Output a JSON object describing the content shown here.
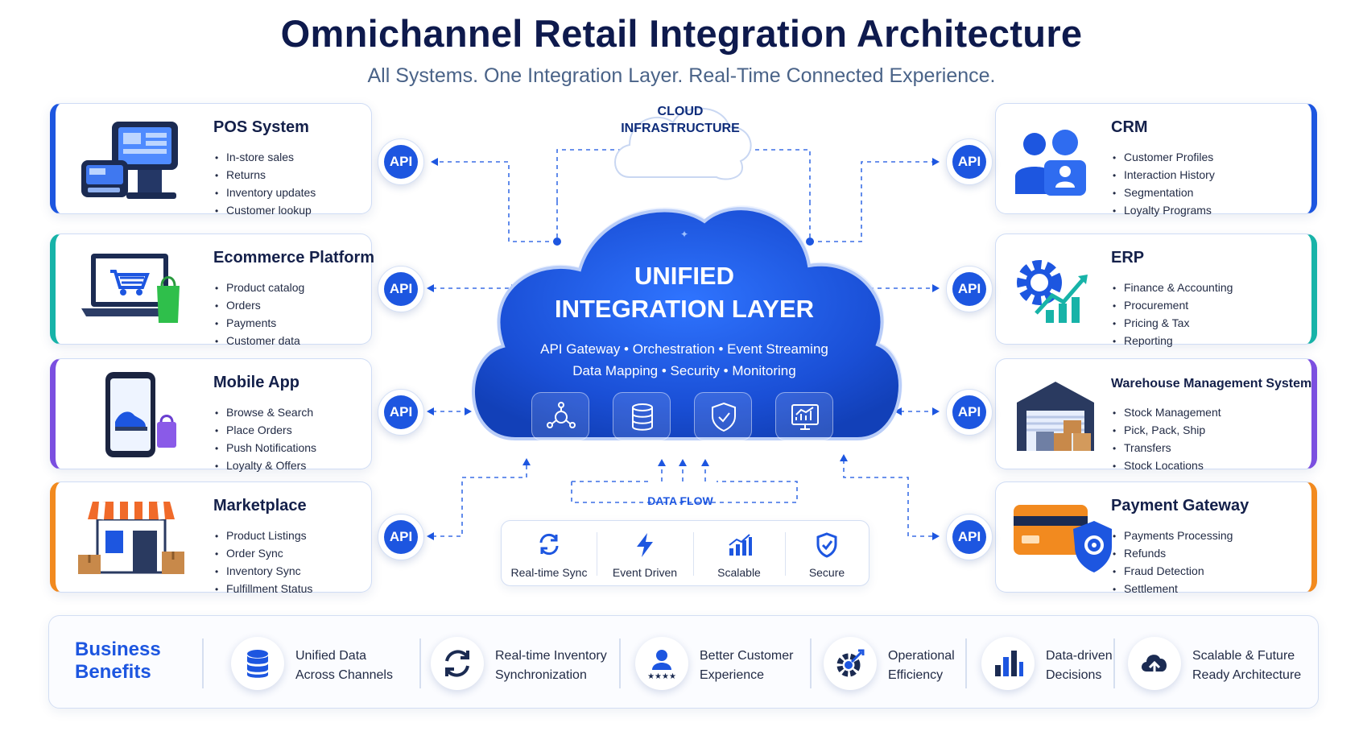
{
  "header": {
    "title": "Omnichannel Retail Integration Architecture",
    "subtitle": "All Systems.  One Integration Layer.  Real-Time Connected Experience."
  },
  "api_label": "API",
  "left_systems": [
    {
      "title": "POS System",
      "items": [
        "In-store sales",
        "Returns",
        "Inventory updates",
        "Customer lookup"
      ],
      "accent": "#1d56e0",
      "icon": "pos-terminal-icon"
    },
    {
      "title": "Ecommerce Platform",
      "items": [
        "Product catalog",
        "Orders",
        "Payments",
        "Customer data"
      ],
      "accent": "#17b3a8",
      "icon": "laptop-cart-icon"
    },
    {
      "title": "Mobile App",
      "items": [
        "Browse & Search",
        "Place Orders",
        "Push Notifications",
        "Loyalty & Offers"
      ],
      "accent": "#7b4fe0",
      "icon": "smartphone-shoe-icon"
    },
    {
      "title": "Marketplace",
      "items": [
        "Product Listings",
        "Order Sync",
        "Inventory Sync",
        "Fulfillment Status"
      ],
      "accent": "#f28a1f",
      "icon": "storefront-icon"
    }
  ],
  "right_systems": [
    {
      "title": "CRM",
      "items": [
        "Customer Profiles",
        "Interaction History",
        "Segmentation",
        "Loyalty Programs"
      ],
      "accent": "#1d56e0",
      "icon": "users-icon"
    },
    {
      "title": "ERP",
      "items": [
        "Finance & Accounting",
        "Procurement",
        "Pricing & Tax",
        "Reporting"
      ],
      "accent": "#17b3a8",
      "icon": "gear-growth-icon"
    },
    {
      "title": "Warehouse Management System",
      "items": [
        "Stock Management",
        "Pick, Pack, Ship",
        "Transfers",
        "Stock Locations"
      ],
      "accent": "#7b4fe0",
      "icon": "warehouse-icon"
    },
    {
      "title": "Payment Gateway",
      "items": [
        "Payments Processing",
        "Refunds",
        "Fraud Detection",
        "Settlement"
      ],
      "accent": "#f28a1f",
      "icon": "card-shield-icon"
    }
  ],
  "cloud_infrastructure": "CLOUD\nINFRASTRUCTURE",
  "unified_layer": {
    "title": "UNIFIED\nINTEGRATION LAYER",
    "features_line1": "API Gateway  •  Orchestration  •  Event Streaming",
    "features_line2": "Data Mapping  •  Security  •  Monitoring",
    "icons": [
      "orchestration-icon",
      "database-icon",
      "security-shield-icon",
      "monitoring-chart-icon"
    ]
  },
  "data_flow": "DATA FLOW",
  "traits": [
    {
      "label": "Real-time Sync",
      "icon": "sync-icon"
    },
    {
      "label": "Event Driven",
      "icon": "lightning-icon"
    },
    {
      "label": "Scalable",
      "icon": "scale-chart-icon"
    },
    {
      "label": "Secure",
      "icon": "shield-check-icon"
    }
  ],
  "benefits": {
    "title": "Business\nBenefits",
    "items": [
      {
        "label": "Unified Data\nAcross Channels",
        "icon": "database-icon"
      },
      {
        "label": "Real-time Inventory\nSynchronization",
        "icon": "refresh-icon"
      },
      {
        "label": "Better Customer\nExperience",
        "icon": "customer-stars-icon"
      },
      {
        "label": "Operational\nEfficiency",
        "icon": "gear-target-icon"
      },
      {
        "label": "Data-driven\nDecisions",
        "icon": "bar-chart-icon"
      },
      {
        "label": "Scalable & Future\nReady Architecture",
        "icon": "cloud-upload-icon"
      }
    ]
  },
  "colors": {
    "primary": "#1d56e0",
    "navy": "#0e1a4d",
    "teal": "#17b3a8",
    "purple": "#7b4fe0",
    "orange": "#f28a1f"
  }
}
